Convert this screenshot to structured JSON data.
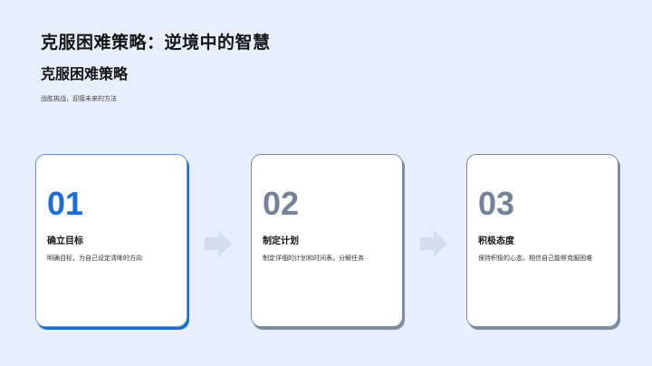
{
  "header": {
    "title": "克服困难策略：逆境中的智慧",
    "subtitle": "克服困难策略",
    "description": "战胜挑战，迎接未来的方法"
  },
  "steps": [
    {
      "number": "01",
      "title": "确立目标",
      "description": "明确目标，为自己设定清晰的方向",
      "active": true
    },
    {
      "number": "02",
      "title": "制定计划",
      "description": "制定详细的计划和时间表，分解任务",
      "active": false
    },
    {
      "number": "03",
      "title": "积极态度",
      "description": "保持积极的心态，相信自己能够克服困难",
      "active": false
    }
  ],
  "arrows": [
    {
      "icon": "arrow-right-icon"
    },
    {
      "icon": "arrow-right-icon"
    }
  ],
  "colors": {
    "background": "#e6effb",
    "accent": "#1a6fd6",
    "inactive_number": "#748399",
    "arrow": "#d3deea"
  }
}
